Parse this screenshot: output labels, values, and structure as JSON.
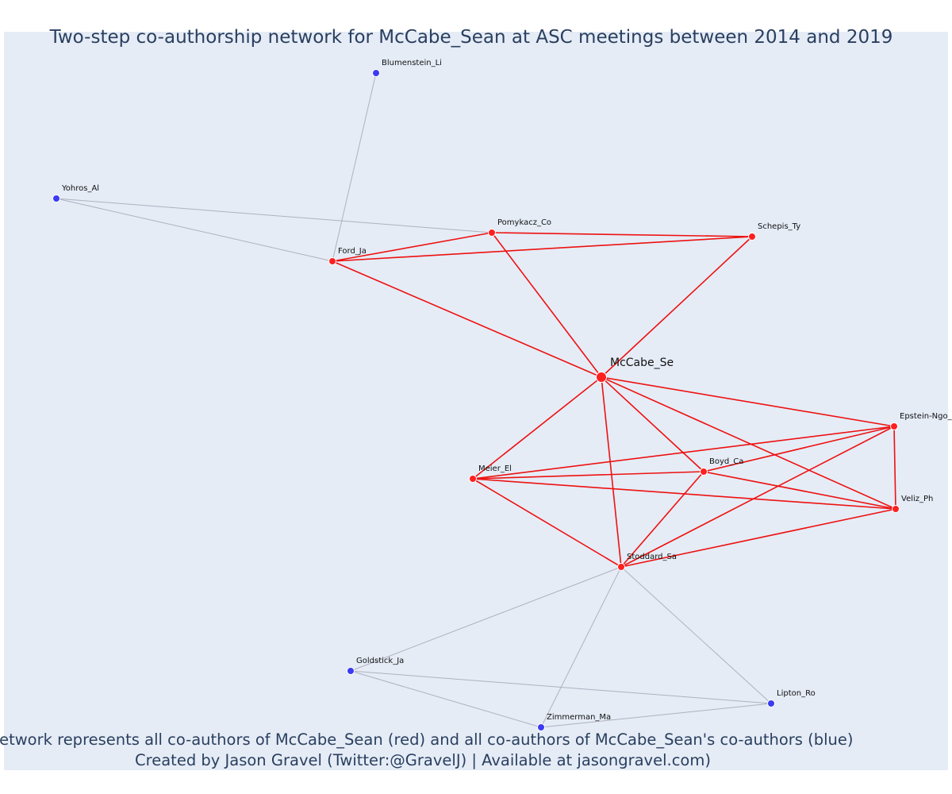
{
  "title": "Two-step co-authorship network for McCabe_Sean at ASC meetings between 2014 and 2019",
  "caption": {
    "line1": "Network represents all co-authors of McCabe_Sean (red) and all co-authors of McCabe_Sean's co-authors (blue)",
    "line2": "Created by Jason Gravel (Twitter:@GravelJ) | Available at jasongravel.com)"
  },
  "colors": {
    "plot_bg": "#e5ecf6",
    "primary_node": "#ff1f1f",
    "secondary_node": "#3b3bf2",
    "primary_edge": "#ee1111",
    "secondary_edge": "#b0b0c0",
    "text": "#2a3f5f"
  },
  "chart_data": {
    "type": "network",
    "nodes": [
      {
        "id": "McCabe_Se",
        "label": "McCabe_Se",
        "group": "ego"
      },
      {
        "id": "Ford_Ja",
        "label": "Ford_Ja",
        "group": "coauthor"
      },
      {
        "id": "Pomykacz_Co",
        "label": "Pomykacz_Co",
        "group": "coauthor"
      },
      {
        "id": "Schepis_Ty",
        "label": "Schepis_Ty",
        "group": "coauthor"
      },
      {
        "id": "Epstein-Ngo_",
        "label": "Epstein-Ngo_",
        "group": "coauthor"
      },
      {
        "id": "Boyd_Ca",
        "label": "Boyd_Ca",
        "group": "coauthor"
      },
      {
        "id": "Meier_El",
        "label": "Meier_El",
        "group": "coauthor"
      },
      {
        "id": "Veliz_Ph",
        "label": "Veliz_Ph",
        "group": "coauthor"
      },
      {
        "id": "Stoddard_Sa",
        "label": "Stoddard_Sa",
        "group": "coauthor"
      },
      {
        "id": "Blumenstein_Li",
        "label": "Blumenstein_Li",
        "group": "second"
      },
      {
        "id": "Yohros_Al",
        "label": "Yohros_Al",
        "group": "second"
      },
      {
        "id": "Goldstick_Ja",
        "label": "Goldstick_Ja",
        "group": "second"
      },
      {
        "id": "Zimmerman_Ma",
        "label": "Zimmerman_Ma",
        "group": "second"
      },
      {
        "id": "Lipton_Ro",
        "label": "Lipton_Ro",
        "group": "second"
      }
    ],
    "edges": [
      {
        "source": "McCabe_Se",
        "target": "Ford_Ja",
        "type": "primary"
      },
      {
        "source": "McCabe_Se",
        "target": "Pomykacz_Co",
        "type": "primary"
      },
      {
        "source": "McCabe_Se",
        "target": "Schepis_Ty",
        "type": "primary"
      },
      {
        "source": "McCabe_Se",
        "target": "Epstein-Ngo_",
        "type": "primary"
      },
      {
        "source": "McCabe_Se",
        "target": "Boyd_Ca",
        "type": "primary"
      },
      {
        "source": "McCabe_Se",
        "target": "Meier_El",
        "type": "primary"
      },
      {
        "source": "McCabe_Se",
        "target": "Veliz_Ph",
        "type": "primary"
      },
      {
        "source": "McCabe_Se",
        "target": "Stoddard_Sa",
        "type": "primary"
      },
      {
        "source": "Ford_Ja",
        "target": "Pomykacz_Co",
        "type": "primary"
      },
      {
        "source": "Ford_Ja",
        "target": "Schepis_Ty",
        "type": "primary"
      },
      {
        "source": "Pomykacz_Co",
        "target": "Schepis_Ty",
        "type": "primary"
      },
      {
        "source": "Meier_El",
        "target": "Epstein-Ngo_",
        "type": "primary"
      },
      {
        "source": "Meier_El",
        "target": "Boyd_Ca",
        "type": "primary"
      },
      {
        "source": "Meier_El",
        "target": "Veliz_Ph",
        "type": "primary"
      },
      {
        "source": "Meier_El",
        "target": "Stoddard_Sa",
        "type": "primary"
      },
      {
        "source": "Boyd_Ca",
        "target": "Epstein-Ngo_",
        "type": "primary"
      },
      {
        "source": "Boyd_Ca",
        "target": "Veliz_Ph",
        "type": "primary"
      },
      {
        "source": "Boyd_Ca",
        "target": "Stoddard_Sa",
        "type": "primary"
      },
      {
        "source": "Epstein-Ngo_",
        "target": "Veliz_Ph",
        "type": "primary"
      },
      {
        "source": "Epstein-Ngo_",
        "target": "Stoddard_Sa",
        "type": "primary"
      },
      {
        "source": "Veliz_Ph",
        "target": "Stoddard_Sa",
        "type": "primary"
      },
      {
        "source": "Ford_Ja",
        "target": "Blumenstein_Li",
        "type": "secondary"
      },
      {
        "source": "Ford_Ja",
        "target": "Yohros_Al",
        "type": "secondary"
      },
      {
        "source": "Pomykacz_Co",
        "target": "Yohros_Al",
        "type": "secondary"
      },
      {
        "source": "Stoddard_Sa",
        "target": "Goldstick_Ja",
        "type": "secondary"
      },
      {
        "source": "Stoddard_Sa",
        "target": "Zimmerman_Ma",
        "type": "secondary"
      },
      {
        "source": "Stoddard_Sa",
        "target": "Lipton_Ro",
        "type": "secondary"
      },
      {
        "source": "Goldstick_Ja",
        "target": "Zimmerman_Ma",
        "type": "secondary"
      },
      {
        "source": "Goldstick_Ja",
        "target": "Lipton_Ro",
        "type": "secondary"
      },
      {
        "source": "Zimmerman_Ma",
        "target": "Lipton_Ro",
        "type": "secondary"
      }
    ]
  }
}
